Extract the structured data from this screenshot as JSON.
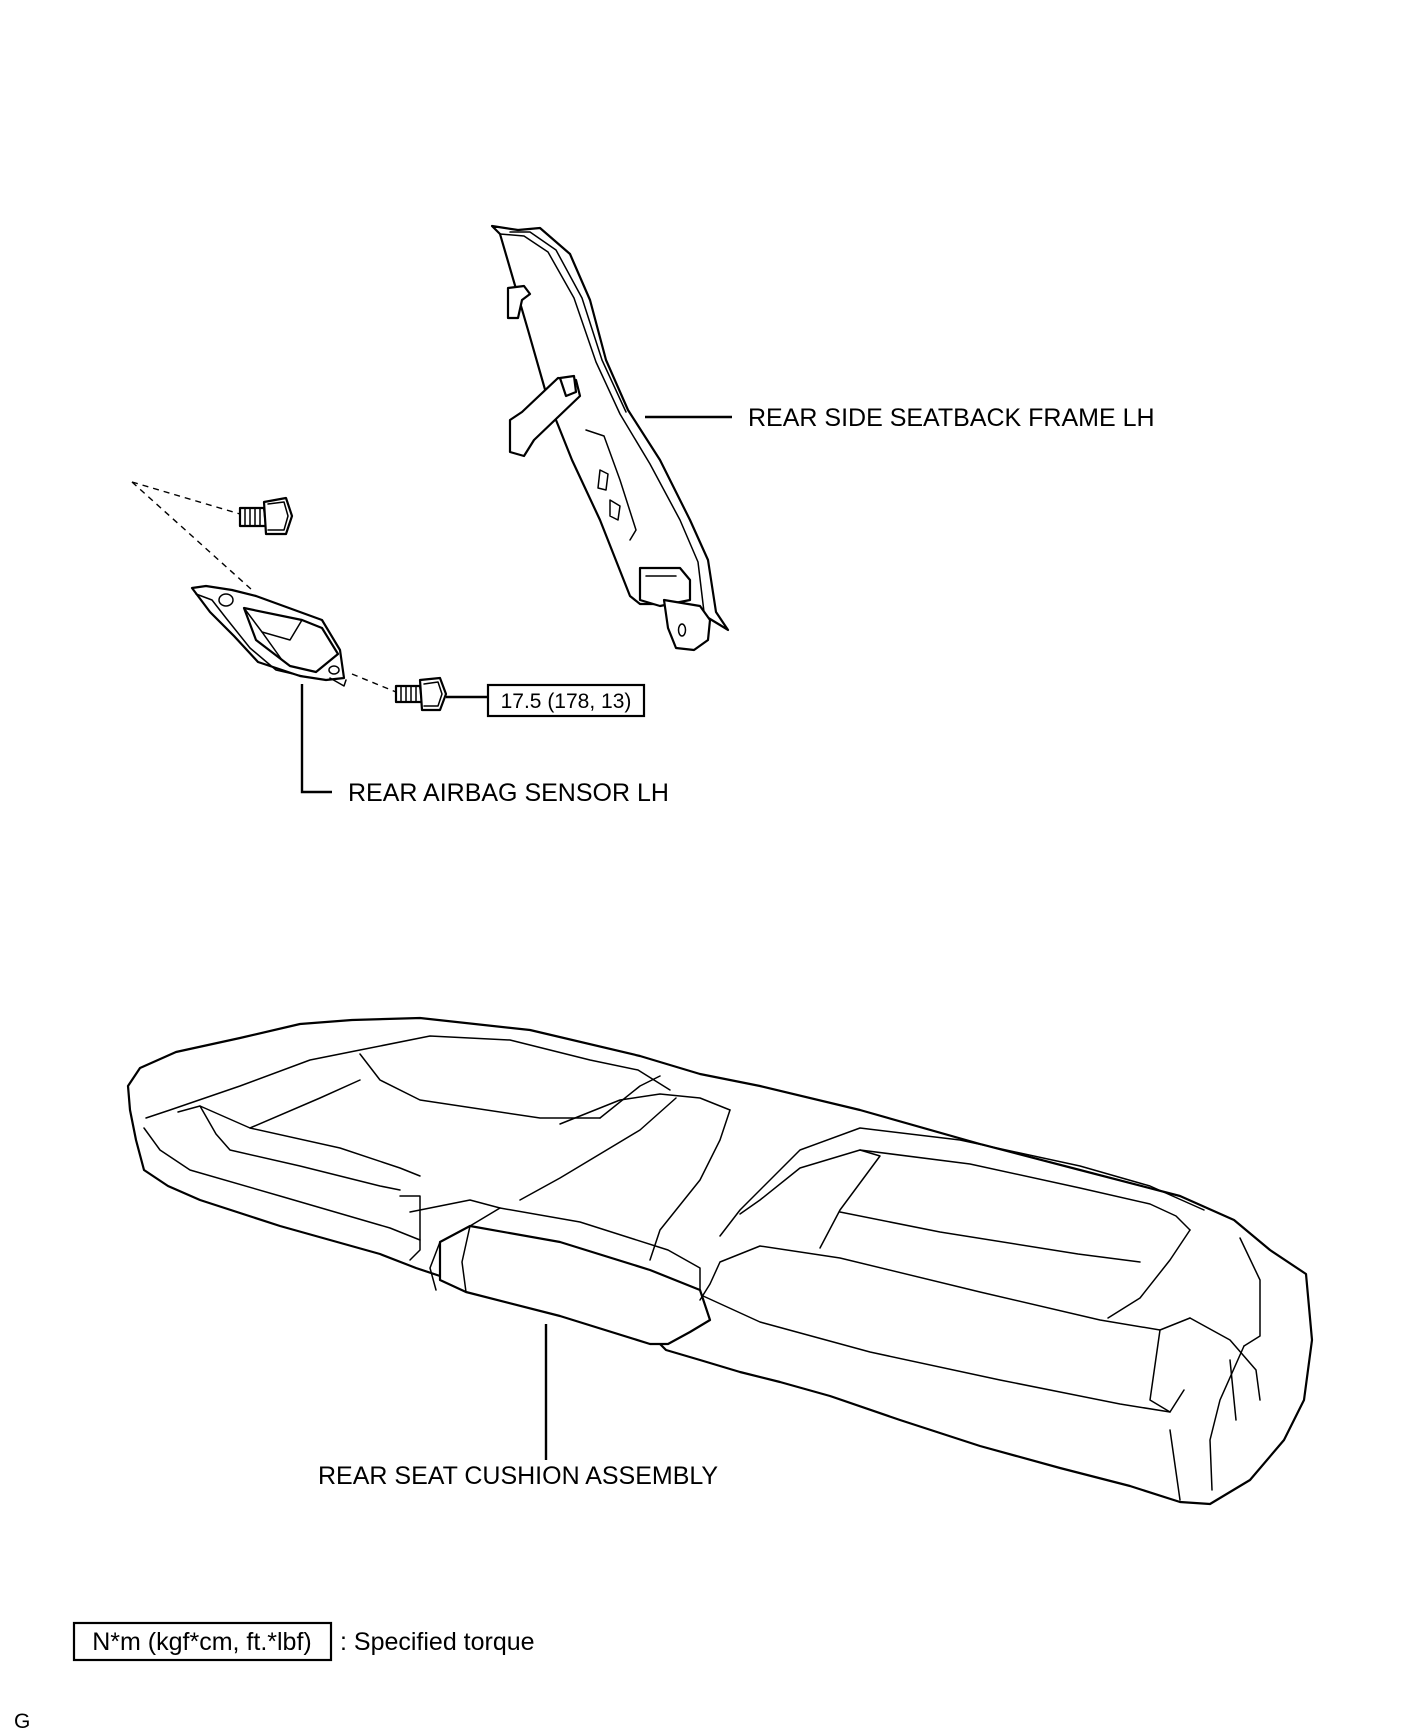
{
  "labels": {
    "seatback_frame": "REAR SIDE SEATBACK FRAME LH",
    "airbag_sensor": "REAR AIRBAG SENSOR LH",
    "seat_cushion": "REAR SEAT CUSHION ASSEMBLY"
  },
  "torque": {
    "value": "17.5 (178, 13)"
  },
  "legend": {
    "unit_box": "N*m (kgf*cm, ft.*lbf)",
    "description": ": Specified torque"
  },
  "corner_mark": "G"
}
